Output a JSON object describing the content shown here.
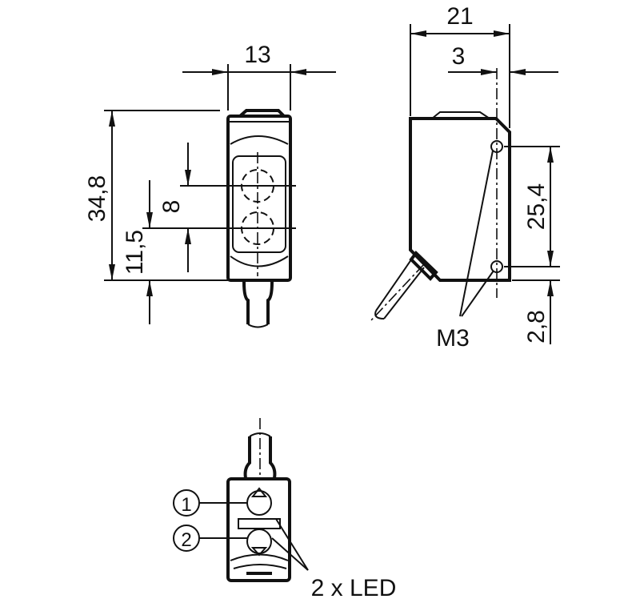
{
  "drawing": {
    "front_view": {
      "width_dim": "13",
      "height_dim": "34,8",
      "lens_spacing_dim": "8",
      "lens_offset_dim": "11,5"
    },
    "side_view": {
      "depth_dim": "21",
      "hole_offset_dim": "3",
      "hole_spacing_dim": "25,4",
      "hole_bottom_dim": "2,8",
      "thread_label": "M3"
    },
    "rear_view": {
      "callout_1": "1",
      "callout_2": "2",
      "led_label": "2 x LED"
    },
    "colors": {
      "line": "#111111",
      "background": "#ffffff"
    }
  }
}
